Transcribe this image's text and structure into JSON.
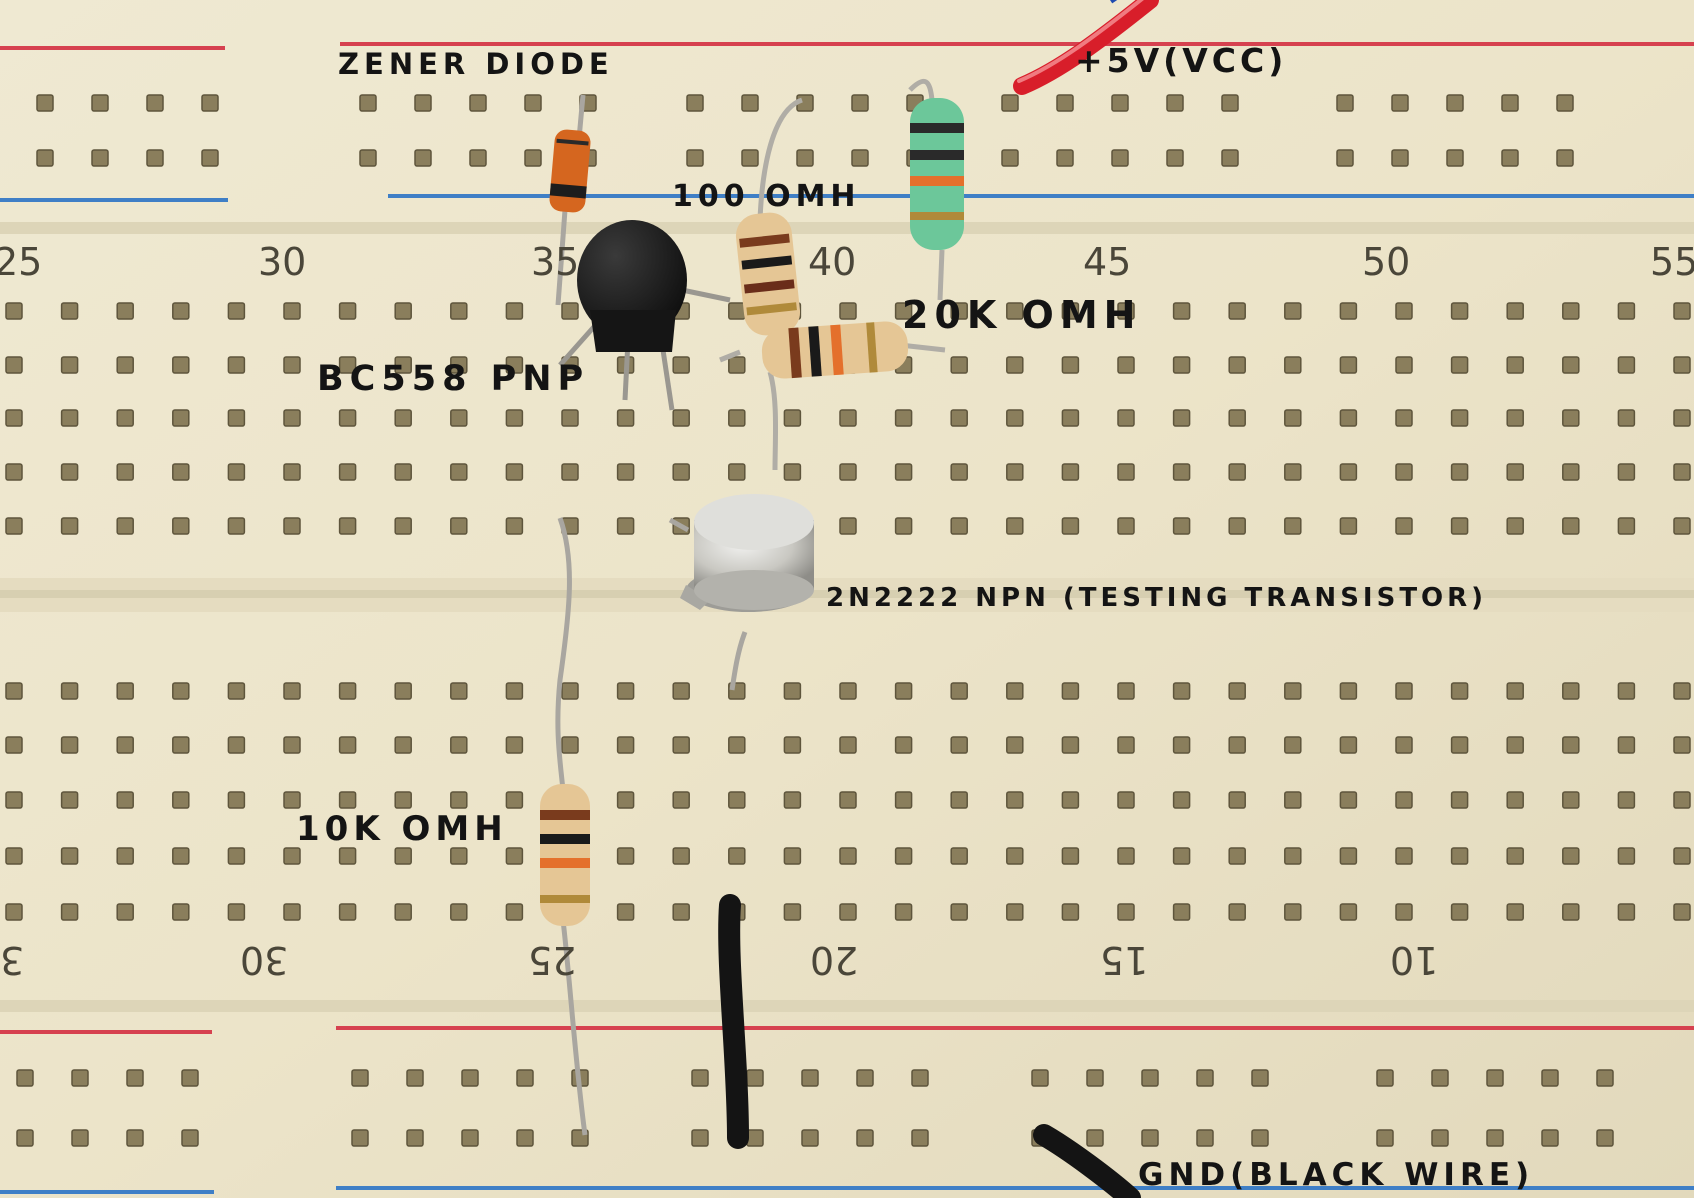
{
  "labels": {
    "zener": "ZENER DIODE",
    "vcc": "+5V(VCC)",
    "r100": "100 OMH",
    "r20k": "20K OMH",
    "pnp": "BC558 PNP",
    "npn": "2N2222 NPN (TESTING TRANSISTOR)",
    "r10k": "10K OMH",
    "gnd": "GND(BLACK WIRE)"
  },
  "column_numbers_top": [
    "25",
    "30",
    "35",
    "40",
    "45",
    "50",
    "55"
  ],
  "column_numbers_bottom": [
    "3",
    "30",
    "25",
    "20",
    "15",
    "10"
  ],
  "colors": {
    "board": "#ebe4ca",
    "hole": "#8a7e5c",
    "rail_red": "#d6414f",
    "rail_blue": "#3f7fc6",
    "vcc_wire": "#d81e2a",
    "gnd_wire": "#141414"
  }
}
